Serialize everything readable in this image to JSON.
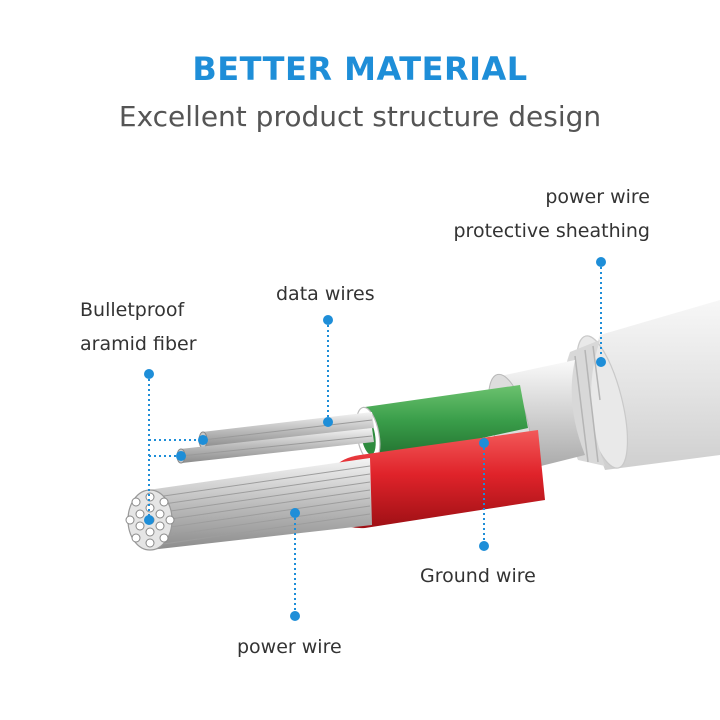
{
  "header": {
    "title": "BETTER MATERIAL",
    "subtitle": "Excellent product structure design"
  },
  "callouts": {
    "sheathing": {
      "line1": "power wire",
      "line2": "protective sheathing"
    },
    "data_wires": {
      "label": "data wires"
    },
    "aramid": {
      "line1": "Bulletproof",
      "line2": "aramid fiber"
    },
    "ground_wire": {
      "label": "Ground wire"
    },
    "power_wire": {
      "label": "power wire"
    }
  },
  "colors": {
    "accent": "#1e8ed8",
    "green_insulation": "#3a9e4a",
    "red_insulation": "#e0232a",
    "jacket": "#eeeeee"
  }
}
